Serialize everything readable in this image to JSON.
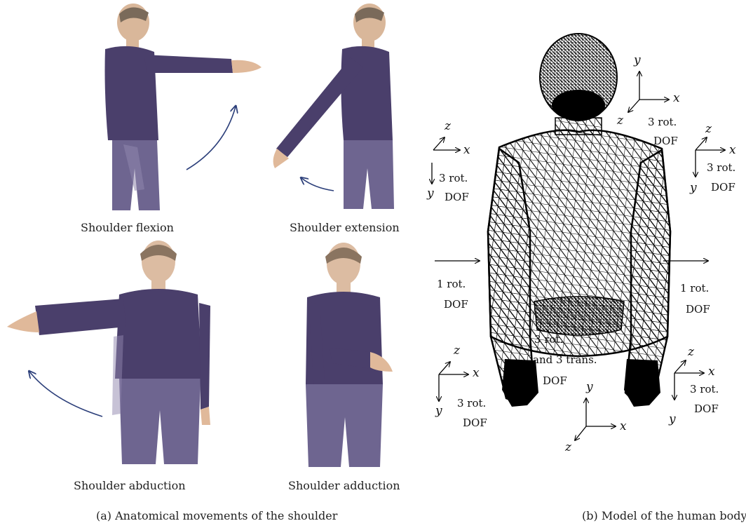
{
  "panel_a": {
    "caption": "(a) Anatomical movements of the shoulder",
    "photos": [
      {
        "label": "Shoulder flexion"
      },
      {
        "label": "Shoulder extension"
      },
      {
        "label": "Shoulder abduction"
      },
      {
        "label": "Shoulder adduction"
      }
    ]
  },
  "panel_b": {
    "caption": "(b) Model of the human body",
    "axes": {
      "x": "x",
      "y": "y",
      "z": "z"
    },
    "dof": {
      "three_rot": "3 rot.",
      "one_rot": "1 rot.",
      "and_three_trans": "and 3 trans.",
      "dof": "DOF"
    }
  },
  "colors": {
    "shirt": "#4a3f6b",
    "pants": "#6e6590",
    "arrow": "#2c3f7a",
    "mesh": "#000000"
  }
}
